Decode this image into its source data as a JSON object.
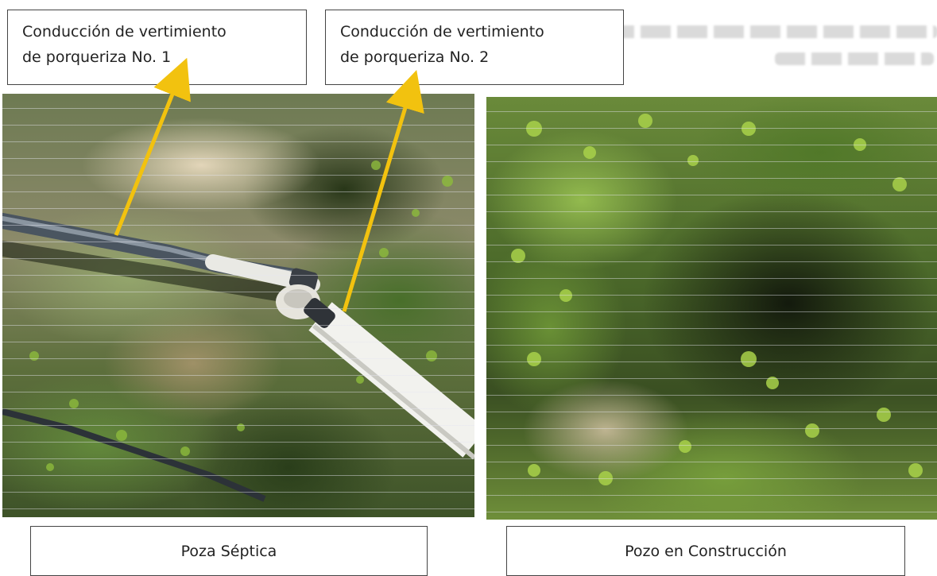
{
  "callouts": [
    {
      "line1": "Conducción de vertimiento",
      "line2": "de porqueriza No. 1"
    },
    {
      "line1": "Conducción de vertimiento",
      "line2": "de porqueriza No. 2"
    }
  ],
  "captions": {
    "left": "Poza Séptica",
    "right": "Pozo en Construcción"
  },
  "colors": {
    "arrow": "#f2c20f",
    "box_border": "#444444",
    "text": "#222222"
  }
}
